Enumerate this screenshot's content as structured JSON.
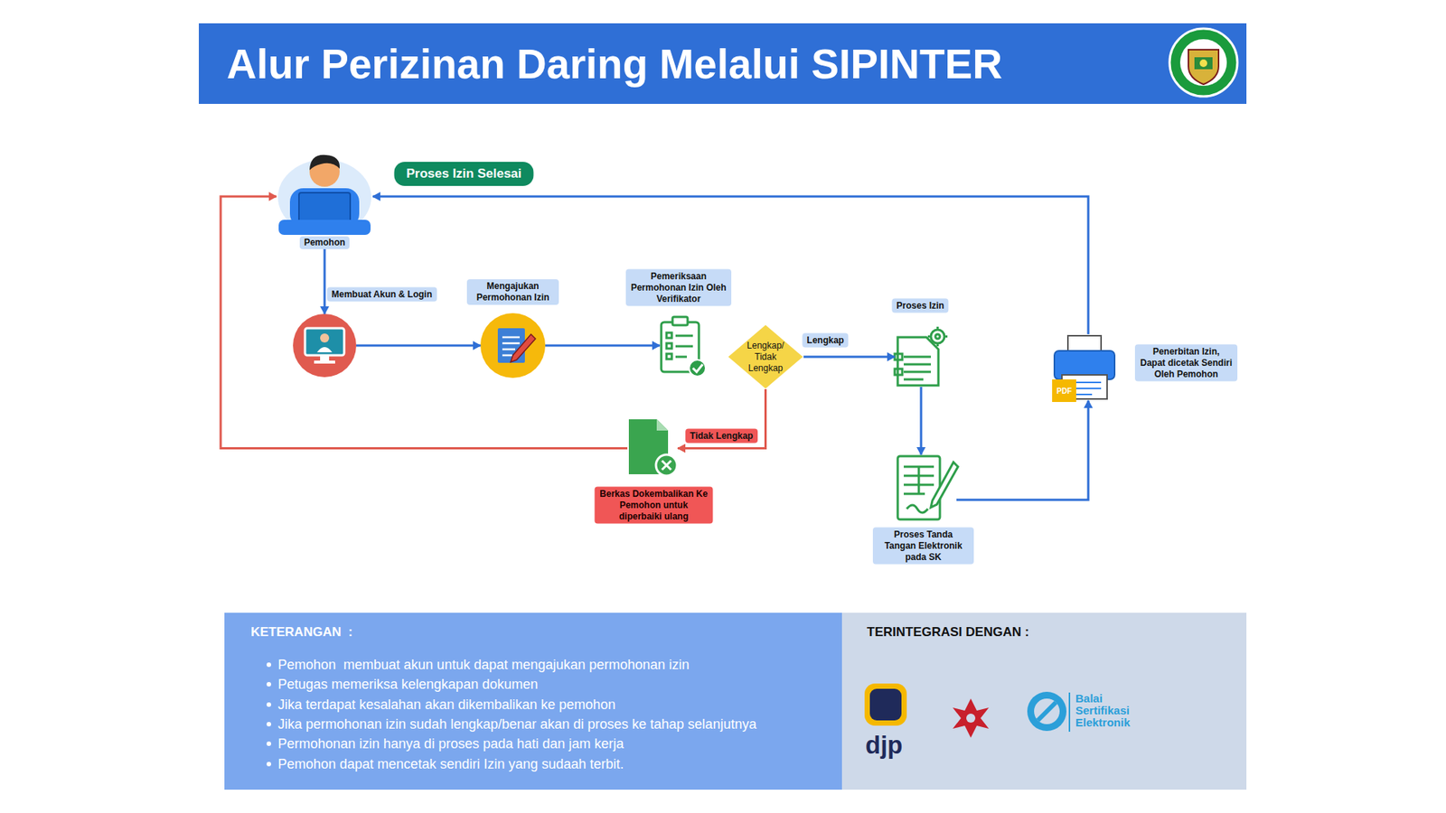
{
  "diagram": {
    "title": "Alur Perizinan Daring Melalui SIPINTER",
    "nodes": [
      {
        "text": [
          "Pemohon"
        ]
      },
      {
        "text": [
          "Membuat Akun & Login"
        ]
      },
      {
        "text": [
          "Mengajukan Permohonan Izin"
        ]
      },
      {
        "text": [
          "Pemeriksaan Permohonan Izin Oleh Verifikator"
        ]
      },
      {
        "text": [
          "Lengkap/ Tidak Lengkap"
        ]
      },
      {
        "text": [
          "Proses Izin"
        ]
      },
      {
        "text": [
          "Proses Tanda Tangan Elektronik pada SK"
        ]
      },
      {
        "text": [
          "Penerbitan Izin, Dapat dicetak Sendiri Oleh Pemohon"
        ]
      },
      {
        "text": [
          "Berkas Dokembalikan Ke Pemohon untuk diperbaiki ulang"
        ]
      }
    ],
    "edges": [
      {
        "from": 0,
        "to": 1,
        "arrow": "to"
      },
      {
        "from": 1,
        "to": 2,
        "arrow": "to"
      },
      {
        "from": 2,
        "to": 3,
        "arrow": "to"
      },
      {
        "from": 4,
        "to": 5,
        "label": "Lengkap",
        "arrow": "to"
      },
      {
        "from": 4,
        "to": 8,
        "label": "Tidak Lengkap",
        "arrow": "to"
      },
      {
        "from": 8,
        "to": 0,
        "arrow": "to"
      },
      {
        "from": 5,
        "to": 6,
        "arrow": "to"
      },
      {
        "from": 6,
        "to": 7,
        "arrow": "to"
      },
      {
        "from": 7,
        "to": 0,
        "label": "Proses Izin Selesai",
        "arrow": "to"
      }
    ],
    "labels": [
      "KETERANGAN  :",
      "Pemohon  membuat akun untuk dapat mengajukan permohonan izin",
      "Petugas memeriksa kelengkapan dokumen",
      "Jika terdapat kesalahan akan dikembalikan ke pemohon",
      "Jika permohonan izin sudah lengkap/benar akan di proses ke tahap selanjutnya",
      "Permohonan izin hanya di proses pada hati dan jam kerja",
      "Pemohon dapat mencetak sendiri Izin yang sudaah terbit.",
      "TERINTEGRASI DENGAN :",
      "djp",
      "Balai Sertifikasi Elektronik",
      "PDF"
    ]
  }
}
